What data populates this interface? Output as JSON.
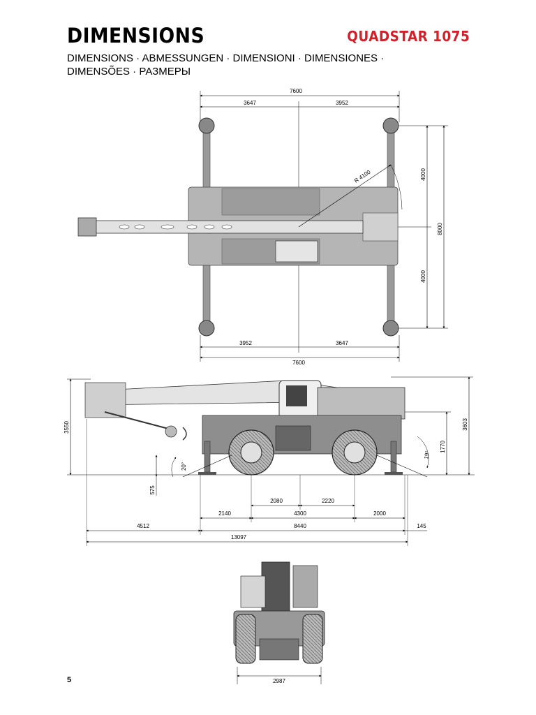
{
  "header": {
    "title": "DIMENSIONS",
    "model": "QUADSTAR 1075",
    "subtitle": "DIMENSIONS · ABMESSUNGEN · DIMENSIONI · DIMENSIONES · DIMENSÕES · РАЗМЕРЫ"
  },
  "top_view": {
    "total_width_top": "7600",
    "left_top": "3647",
    "right_top": "3952",
    "radius": "R 4100",
    "half_upper": "4000",
    "half_lower": "4000",
    "total_height": "8000",
    "left_bottom": "3952",
    "right_bottom": "3647",
    "total_width_bottom": "7600"
  },
  "side_view": {
    "total_height_left": "3550",
    "total_height_right": "3603",
    "ground_clear_left": "575",
    "angle_front": "20°",
    "angle_rear": "19°",
    "rear_height": "1770",
    "d_2080": "2080",
    "d_2220": "2220",
    "d_2140": "2140",
    "d_4300": "4300",
    "d_2000": "2000",
    "d_4512": "4512",
    "d_8440": "8440",
    "d_145": "145",
    "total_length": "13097"
  },
  "front_view": {
    "width": "2987"
  },
  "footer": {
    "page_number": "5"
  }
}
